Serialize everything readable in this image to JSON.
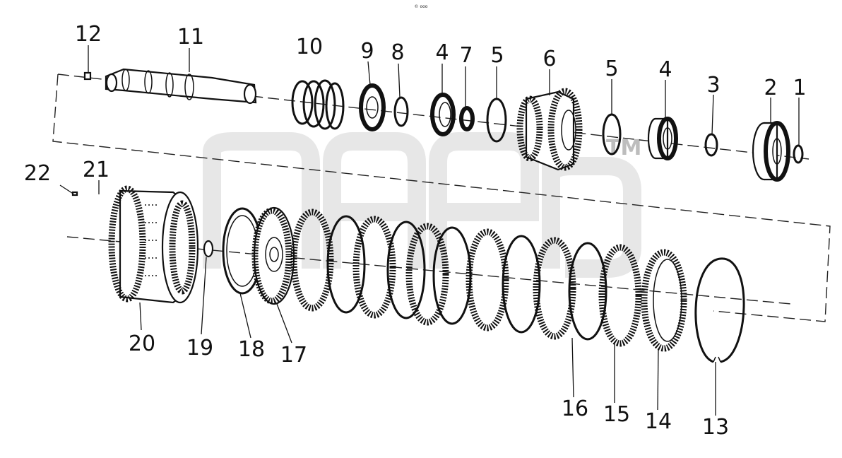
{
  "header": {
    "small_text": "© ооо"
  },
  "watermark": {
    "tm": "TM"
  },
  "callouts": [
    {
      "id": "12",
      "label": "12"
    },
    {
      "id": "11",
      "label": "11"
    },
    {
      "id": "10",
      "label": "10"
    },
    {
      "id": "9",
      "label": "9"
    },
    {
      "id": "8",
      "label": "8"
    },
    {
      "id": "4a",
      "label": "4"
    },
    {
      "id": "7",
      "label": "7"
    },
    {
      "id": "5a",
      "label": "5"
    },
    {
      "id": "6",
      "label": "6"
    },
    {
      "id": "5b",
      "label": "5"
    },
    {
      "id": "4b",
      "label": "4"
    },
    {
      "id": "3",
      "label": "3"
    },
    {
      "id": "2",
      "label": "2"
    },
    {
      "id": "1",
      "label": "1"
    },
    {
      "id": "22",
      "label": "22"
    },
    {
      "id": "21",
      "label": "21"
    },
    {
      "id": "20",
      "label": "20"
    },
    {
      "id": "19",
      "label": "19"
    },
    {
      "id": "18",
      "label": "18"
    },
    {
      "id": "17",
      "label": "17"
    },
    {
      "id": "16",
      "label": "16"
    },
    {
      "id": "15",
      "label": "15"
    },
    {
      "id": "14",
      "label": "14"
    },
    {
      "id": "13",
      "label": "13"
    }
  ],
  "colors": {
    "ink": "#111111",
    "watermark": "#d4d4d4"
  }
}
